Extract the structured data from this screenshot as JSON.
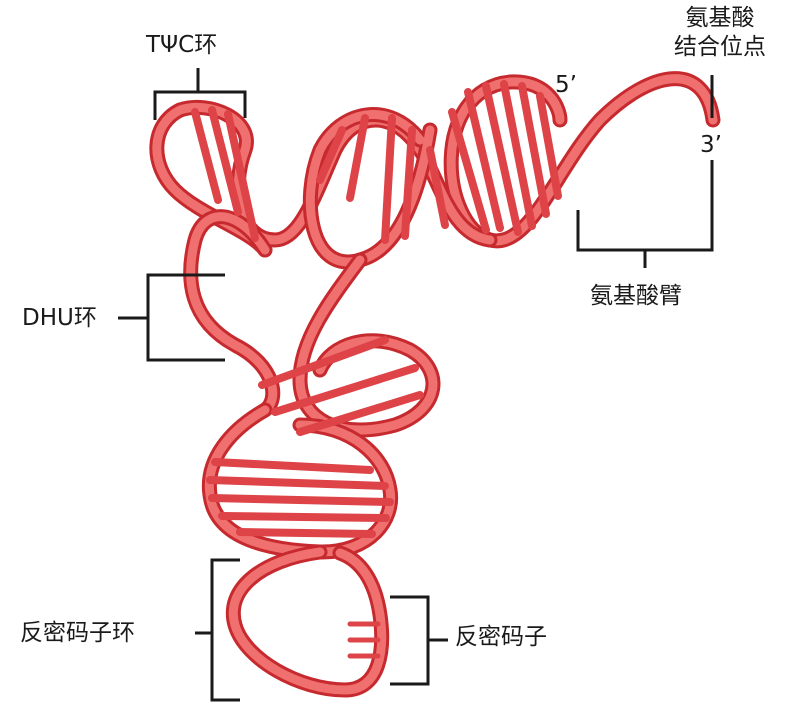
{
  "labels": {
    "tpsic_loop": "TΨC环",
    "aa_binding_line1": "氨基酸",
    "aa_binding_line2": "结合位点",
    "five_prime": "5’",
    "three_prime": "3’",
    "dhu_loop": "DHU环",
    "aa_arm": "氨基酸臂",
    "anticodon_loop": "反密码子环",
    "anticodon": "反密码子"
  },
  "colors": {
    "strand_dark": "#c62a2e",
    "strand_light": "#f06f6f",
    "base_pair": "#dd4347",
    "bracket": "#1a1a1a"
  }
}
